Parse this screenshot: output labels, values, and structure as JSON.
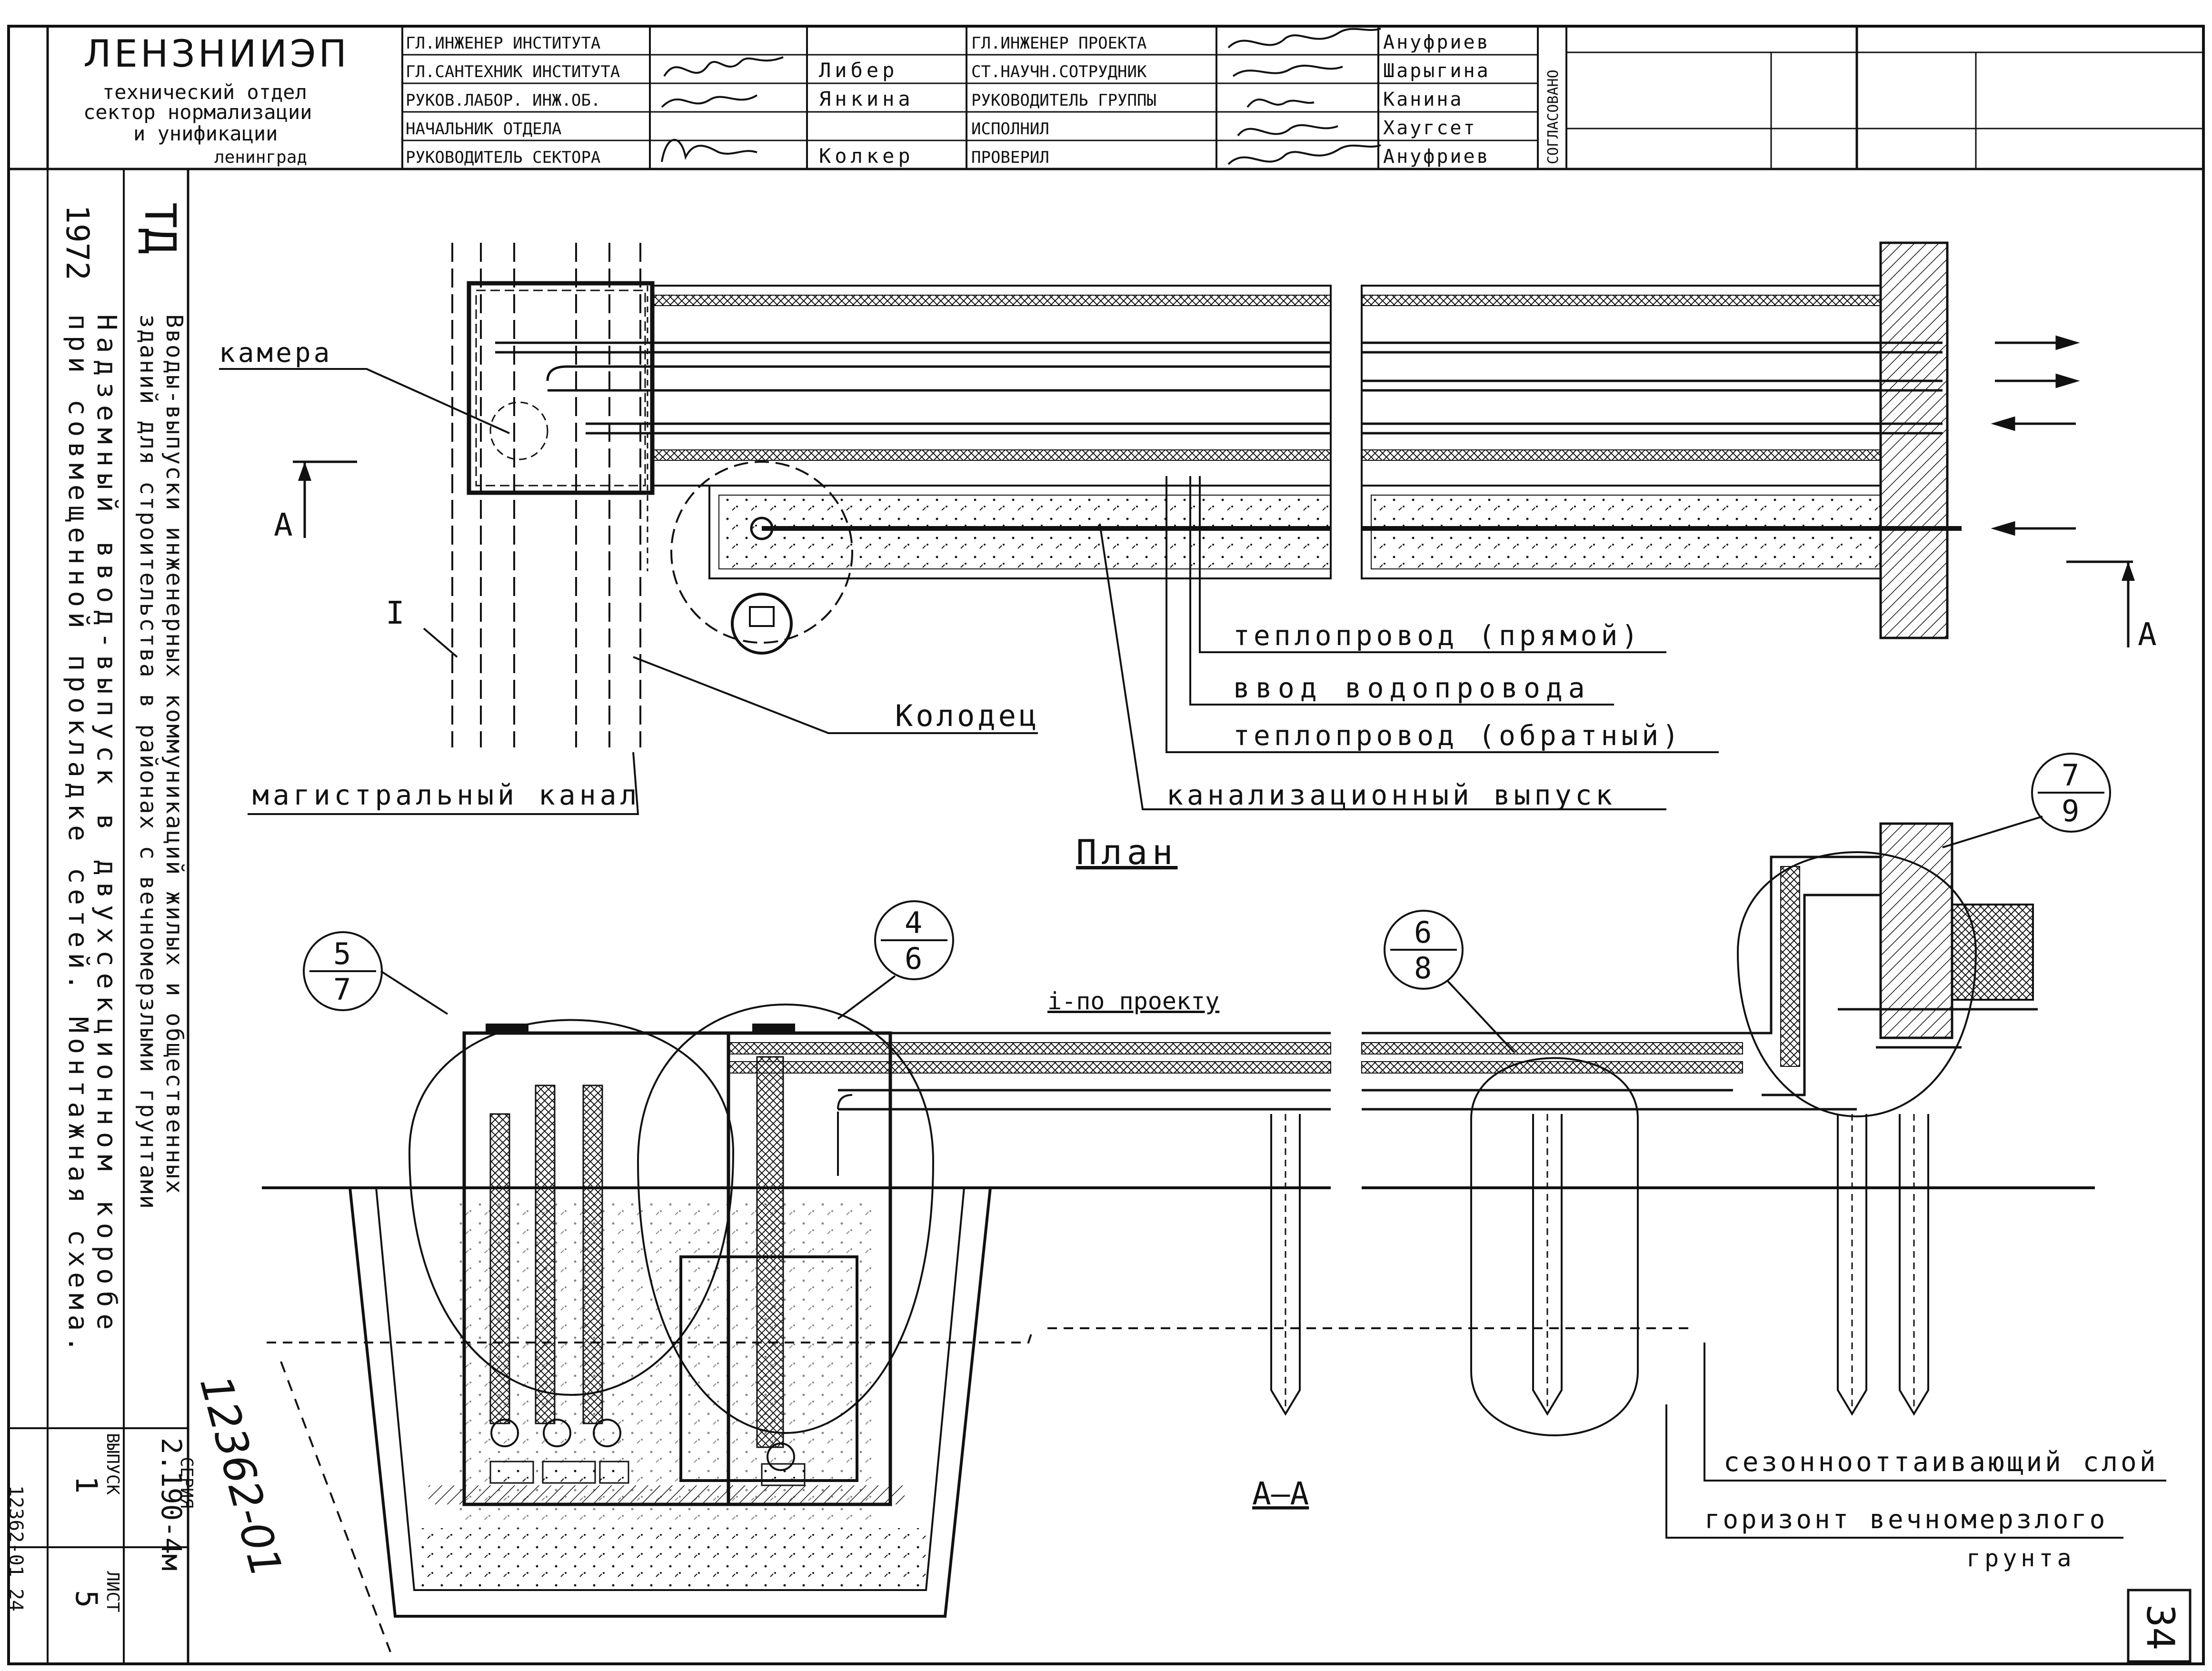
{
  "org": {
    "name": "ЛЕНЗНИИЭП",
    "line1": "технический отдел",
    "line2": "сектор нормализации",
    "line3": "и унификации",
    "city": "ленинград"
  },
  "approval_left": [
    {
      "role": "ГЛ.ИНЖЕНЕР ИНСТИТУТА",
      "name": ""
    },
    {
      "role": "ГЛ.САНТЕХНИК ИНСТИТУТА",
      "name": "Либер"
    },
    {
      "role": "РУКОВ.ЛАБОР. ИНЖ.ОБ.",
      "name": "Янкина"
    },
    {
      "role": "НАЧАЛЬНИК ОТДЕЛА",
      "name": ""
    },
    {
      "role": "РУКОВОДИТЕЛЬ СЕКТОРА",
      "name": "Колкер"
    }
  ],
  "approval_right": [
    {
      "role": "ГЛ.ИНЖЕНЕР ПРОЕКТА",
      "name": "Ануфриев"
    },
    {
      "role": "СТ.НАУЧН.СОТРУДНИК",
      "name": "Шарыгина"
    },
    {
      "role": "РУКОВОДИТЕЛЬ ГРУППЫ",
      "name": "Канина"
    },
    {
      "role": "ИСПОЛНИЛ",
      "name": "Хаугсет"
    },
    {
      "role": "ПРОВЕРИЛ",
      "name": "Ануфриев"
    }
  ],
  "agreed_label": "СОГЛАСОВАНО",
  "side": {
    "year": "1972",
    "code": "ТД",
    "title_main_1": "Вводы-выпуски инженерных коммуникаций жилых и общественных",
    "title_main_2": "зданий для строительства в районах с вечномерзлыми грунтами",
    "title_sub_1": "Надземный ввод-выпуск в двухсекционном коробе",
    "title_sub_2": "при совмещенной прокладке сетей. Монтажная схема.",
    "series_label": "СЕРИЯ",
    "series_value": "2.190-4м",
    "issue_label": "ВЫПУСК",
    "issue_value": "1",
    "sheet_label": "ЛИСТ",
    "sheet_value": "5",
    "inventory": "12362-01 24"
  },
  "plan_labels": {
    "chamber": "камера",
    "section_mark": "А",
    "roman": "I",
    "heat_supply": "теплопровод (прямой)",
    "water_input": "ввод водопровода",
    "heat_return": "теплопровод (обратный)",
    "well": "Колодец",
    "sewer_outlet": "канализационный выпуск",
    "main_channel": "магистральный канал",
    "plan_title": "План"
  },
  "section_labels": {
    "slope": "i-по проекту",
    "section_title": "А—А",
    "thaw_layer": "сезоннооттаивающий слой",
    "permafrost_1": "горизонт вечномерзлого",
    "permafrost_2": "грунта",
    "callout_1_top": "5",
    "callout_1_bot": "7",
    "callout_2_top": "4",
    "callout_2_bot": "6",
    "callout_3_top": "6",
    "callout_3_bot": "8",
    "callout_4_top": "7",
    "callout_4_bot": "9",
    "handwritten": "12362-01"
  },
  "page_number": "34"
}
